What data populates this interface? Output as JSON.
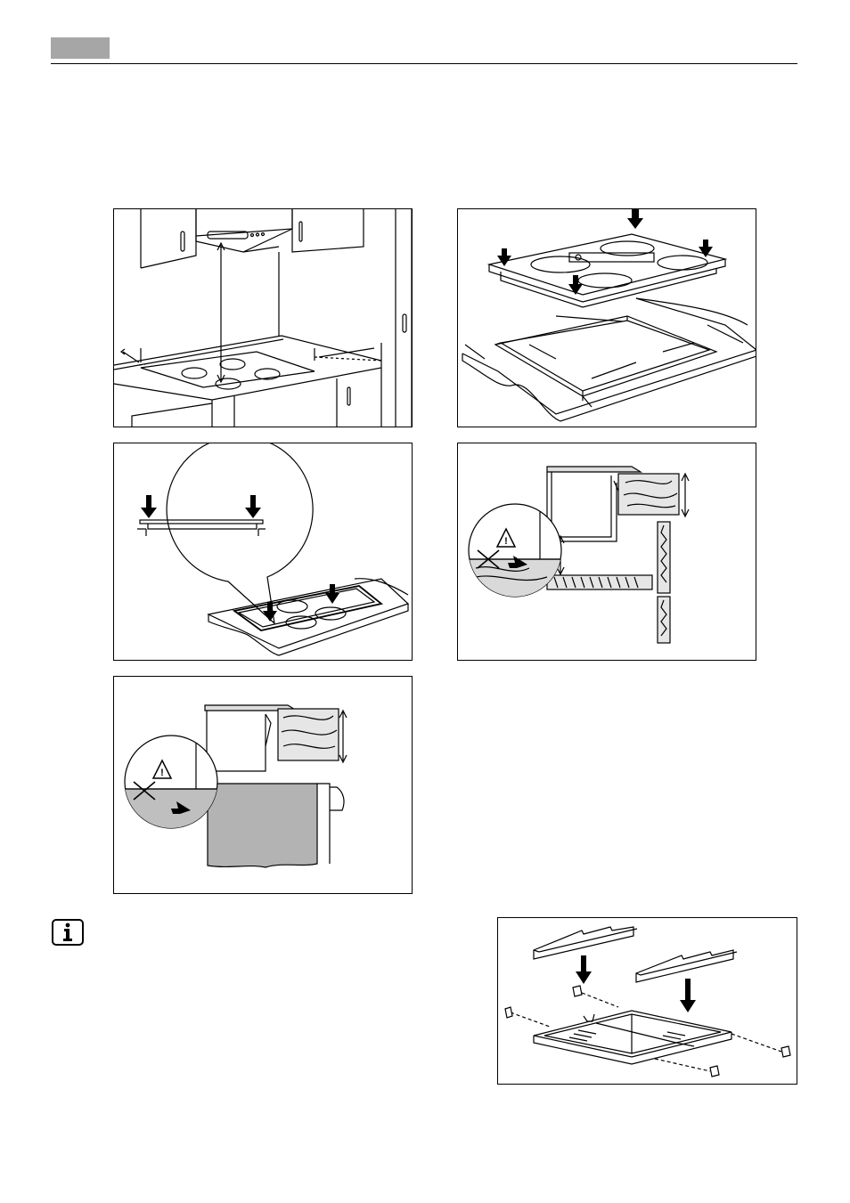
{
  "page": {
    "header_tab_color": "#a6a6a6",
    "wood_fill_color": "#d0d0d0",
    "cabinet_fill_color": "#b3b3b3"
  },
  "figures": [
    {
      "id": "kitchen-installation-overview",
      "icons": [
        "cooker-hood-icon",
        "hob-icon",
        "wall-cabinet-icon"
      ]
    },
    {
      "id": "hob-insertion-cutout",
      "icons": [
        "down-arrow-icon",
        "seal-icon"
      ]
    },
    {
      "id": "hob-fixing-detail",
      "icons": [
        "magnifier-callout-icon",
        "down-arrow-icon"
      ]
    },
    {
      "id": "drawer-clearance-section",
      "icons": [
        "warning-triangle-icon",
        "wood-grain-icon"
      ]
    },
    {
      "id": "oven-clearance-section",
      "icons": [
        "warning-triangle-icon",
        "wood-grain-icon"
      ]
    },
    {
      "id": "protection-box-assembly",
      "icons": [
        "screw-icon",
        "bracket-icon"
      ]
    }
  ],
  "info": {
    "icon": "info-icon",
    "glyph": "i"
  },
  "warning": {
    "glyph": "!"
  }
}
